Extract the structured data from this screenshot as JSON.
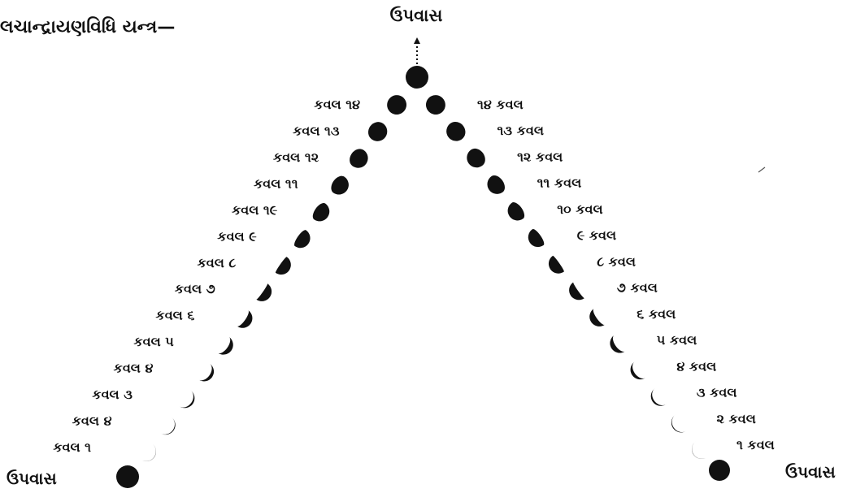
{
  "title": "લચાન્દ્રાયણવિધિ  યન્ત્ર—",
  "apex_label": "ઉપવાસ",
  "left_end_label": "ઉપવાસ",
  "right_end_label": "ઉપવાસ",
  "left_rows": [
    {
      "label": "કવલ ૧૪",
      "phase": 14
    },
    {
      "label": "કવલ ૧૩",
      "phase": 13
    },
    {
      "label": "કવલ ૧૨",
      "phase": 12
    },
    {
      "label": "કવલ ૧૧",
      "phase": 11
    },
    {
      "label": "કવલ ૧૯",
      "phase": 10
    },
    {
      "label": "કવલ ૯",
      "phase": 9
    },
    {
      "label": "કવલ ૮",
      "phase": 8
    },
    {
      "label": "કવલ ૭",
      "phase": 7
    },
    {
      "label": "કવલ ૬",
      "phase": 6
    },
    {
      "label": "કવલ ૫",
      "phase": 5
    },
    {
      "label": "કવલ ૪",
      "phase": 4
    },
    {
      "label": "કવલ ૩",
      "phase": 3
    },
    {
      "label": "કવલ ૪",
      "phase": 2
    },
    {
      "label": "કવલ ૧",
      "phase": 1
    }
  ],
  "right_rows": [
    {
      "label": "૧૪ કવલ",
      "phase": 14
    },
    {
      "label": "૧૩ કવલ",
      "phase": 13
    },
    {
      "label": "૧૨ કવલ",
      "phase": 12
    },
    {
      "label": "૧૧ કવલ",
      "phase": 11
    },
    {
      "label": "૧૦ કવલ",
      "phase": 10
    },
    {
      "label": "૯ કવલ",
      "phase": 9
    },
    {
      "label": "૮ કવલ",
      "phase": 8
    },
    {
      "label": "૭ કવલ",
      "phase": 7
    },
    {
      "label": "૬ કવલ",
      "phase": 6
    },
    {
      "label": "૫ કવલ",
      "phase": 5
    },
    {
      "label": "૪ કવલ",
      "phase": 4
    },
    {
      "label": "૩ કવલ",
      "phase": 3
    },
    {
      "label": "૨ કવલ",
      "phase": 2
    },
    {
      "label": "૧ કવલ",
      "phase": 1
    }
  ],
  "ink_color": "#111111"
}
